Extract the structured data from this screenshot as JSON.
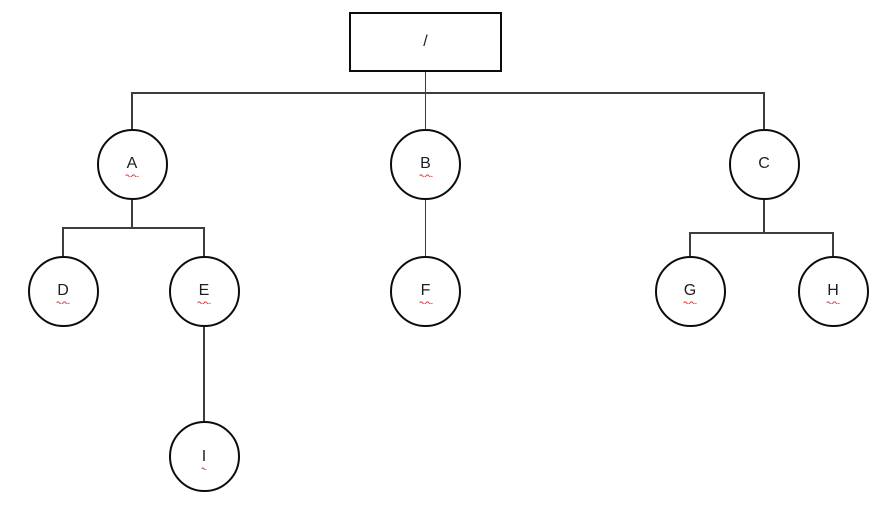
{
  "diagram_type": "tree",
  "root": {
    "id": "root",
    "label": "/",
    "shape": "rectangle"
  },
  "nodes": [
    {
      "id": "A",
      "label": "A",
      "shape": "circle",
      "spellcheck_underline": true
    },
    {
      "id": "B",
      "label": "B",
      "shape": "circle",
      "spellcheck_underline": true
    },
    {
      "id": "C",
      "label": "C",
      "shape": "circle",
      "spellcheck_underline": false
    },
    {
      "id": "D",
      "label": "D",
      "shape": "circle",
      "spellcheck_underline": true
    },
    {
      "id": "E",
      "label": "E",
      "shape": "circle",
      "spellcheck_underline": true
    },
    {
      "id": "F",
      "label": "F",
      "shape": "circle",
      "spellcheck_underline": true
    },
    {
      "id": "G",
      "label": "G",
      "shape": "circle",
      "spellcheck_underline": true
    },
    {
      "id": "H",
      "label": "H",
      "shape": "circle",
      "spellcheck_underline": true
    },
    {
      "id": "I",
      "label": "I",
      "shape": "circle",
      "spellcheck_underline": true
    }
  ],
  "hierarchy": {
    "/": [
      "A",
      "B",
      "C"
    ],
    "A": [
      "D",
      "E"
    ],
    "B": [
      "F"
    ],
    "C": [
      "G",
      "H"
    ],
    "E": [
      "I"
    ]
  },
  "colors": {
    "background": "#ffffff",
    "shape_border": "#0c0c0c",
    "connector": "#3d3d3d",
    "text": "#1f1f1f",
    "squiggle": "#e84b4b"
  }
}
